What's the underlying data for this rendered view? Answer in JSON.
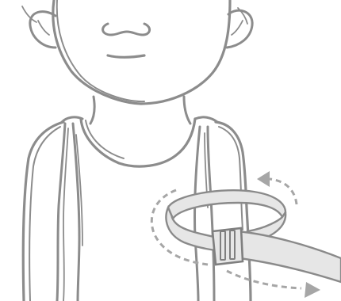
{
  "figure": {
    "subject": "child-upper-body-sketch",
    "strap": "arm-strap-with-buckle",
    "motion": "wrap-around-arrows"
  },
  "colors": {
    "background": "#ffffff",
    "sketch_line": "#8c8c8c",
    "strap_fill": "#e6e6e6",
    "strap_edge": "#8a8a8a",
    "buckle": "#7f7f7f",
    "arrow": "#a6a6a6"
  }
}
